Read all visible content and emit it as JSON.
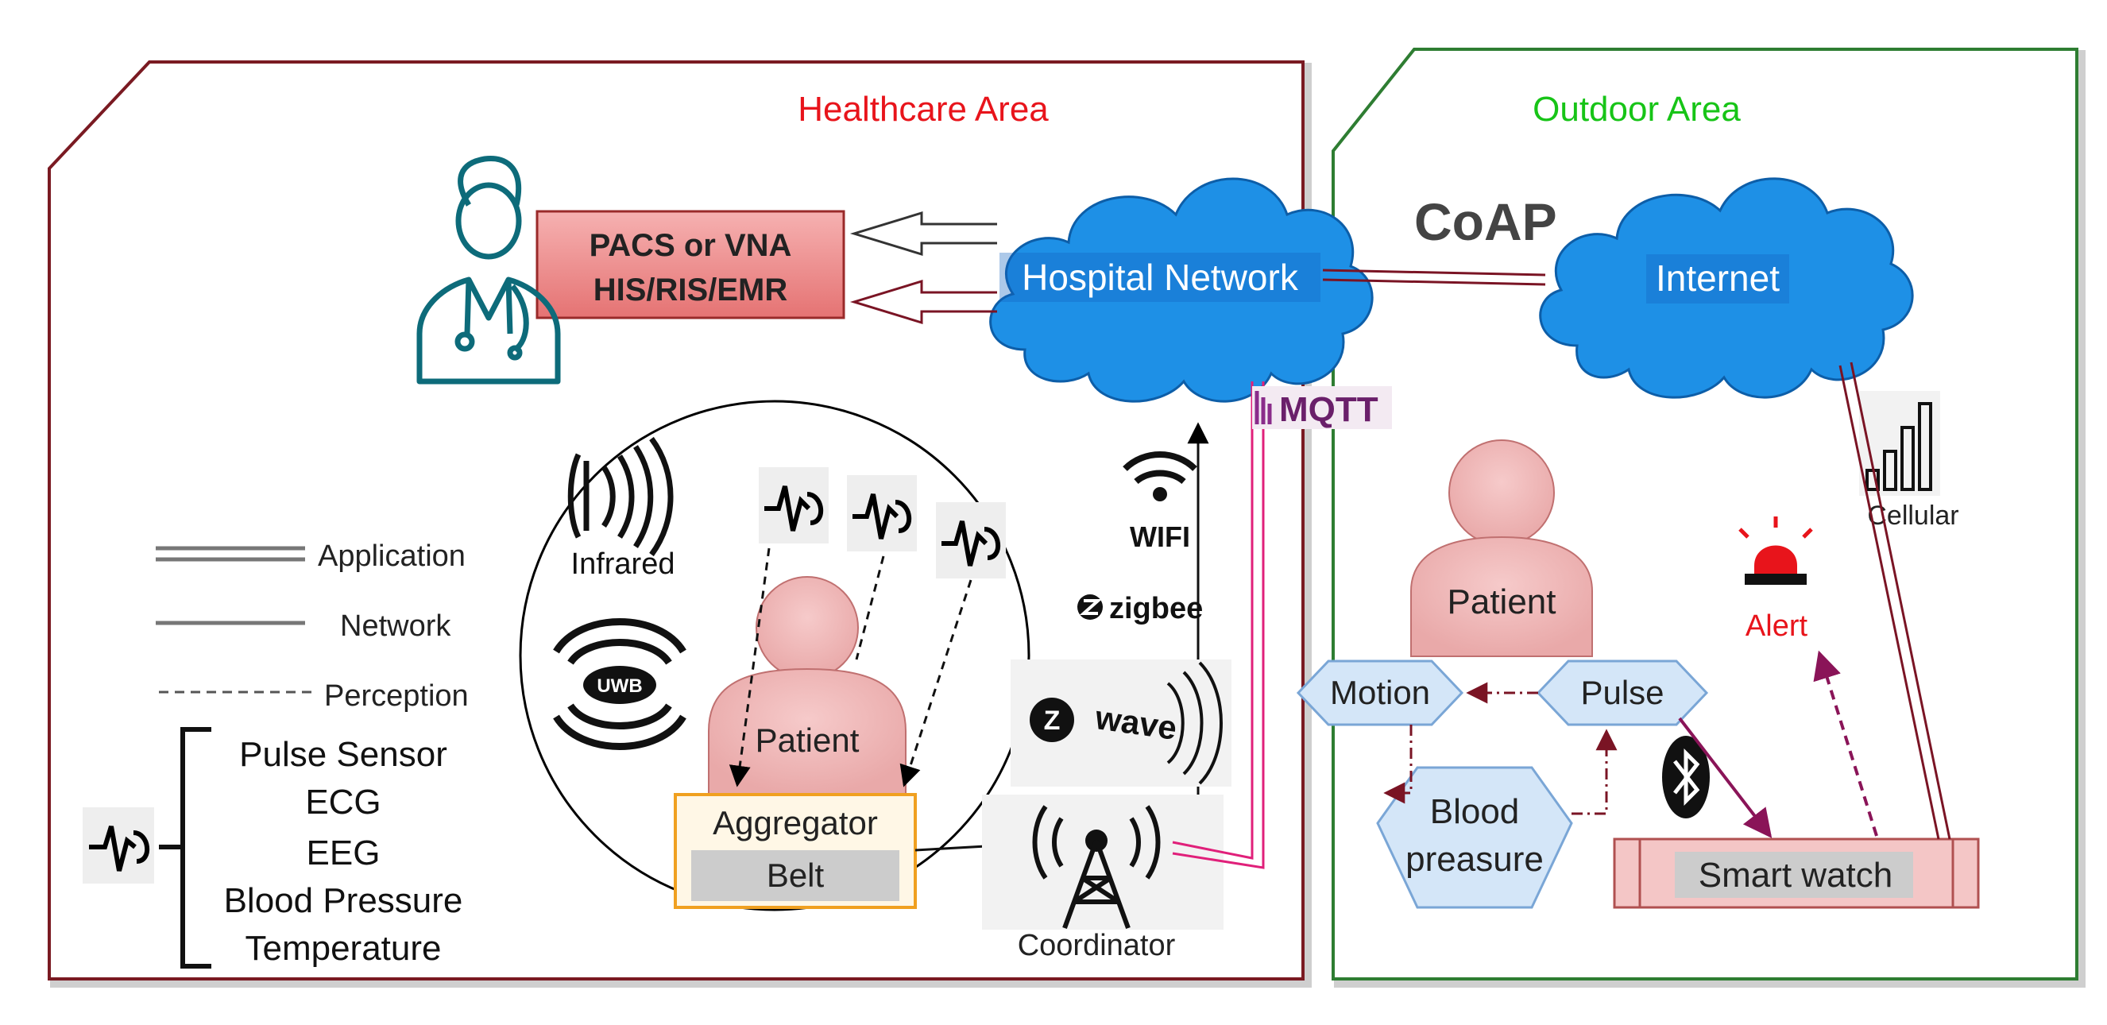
{
  "areas": {
    "healthcare": {
      "title": "Healthcare Area",
      "border_color": "#7a1a22",
      "title_color": "#e8141b"
    },
    "outdoor": {
      "title": "Outdoor Area",
      "border_color": "#2e7d32",
      "title_color": "#17c417"
    }
  },
  "clouds": {
    "hospital": "Hospital Network",
    "internet": "Internet",
    "fill": "#1e90e6"
  },
  "protocols": {
    "coap": "CoAP",
    "mqtt": "MQTT",
    "wifi": "WIFI",
    "zigbee": "zigbee",
    "zwave": "wave",
    "infrared": "Infrared",
    "uwb": "UWB",
    "cellular": "Cellular"
  },
  "systems": {
    "line1": "PACS or VNA",
    "line2": "HIS/RIS/EMR"
  },
  "legend": {
    "application": "Application",
    "network": "Network",
    "perception": "Perception",
    "sensors": [
      "Pulse Sensor",
      "ECG",
      "EEG",
      "Blood Pressure",
      "Temperature"
    ]
  },
  "healthcare_nodes": {
    "patient": "Patient",
    "aggregator": "Aggregator",
    "belt": "Belt",
    "coordinator": "Coordinator"
  },
  "outdoor_nodes": {
    "patient": "Patient",
    "motion": "Motion",
    "pulse": "Pulse",
    "blood_line1": "Blood",
    "blood_line2": "preasure",
    "smart_watch": "Smart watch",
    "alert": "Alert"
  },
  "icons": [
    "doctor-icon",
    "infrared-icon",
    "uwb-icon",
    "pulse-sensor-icon",
    "wifi-icon",
    "zigbee-icon",
    "zwave-icon",
    "tower-icon",
    "bluetooth-icon",
    "alarm-light-icon",
    "cellular-signal-icon",
    "mqtt-logo"
  ]
}
